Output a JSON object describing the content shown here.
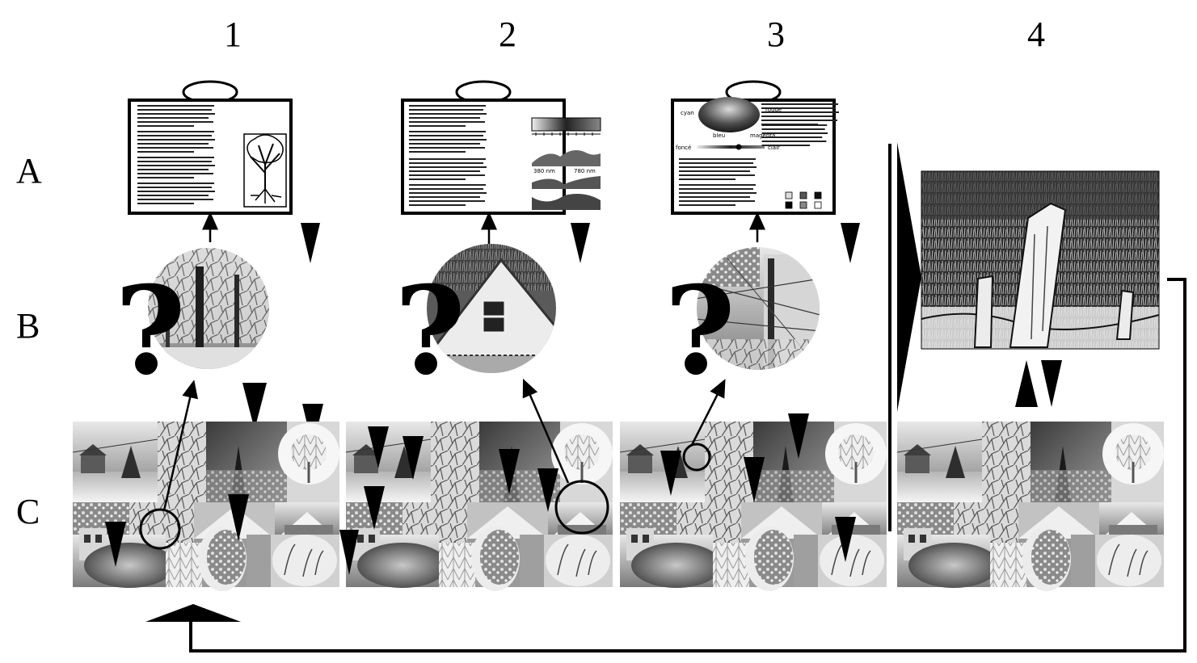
{
  "columns": [
    "1",
    "2",
    "3",
    "4"
  ],
  "rows": [
    "A",
    "B",
    "C"
  ],
  "question_mark": "?",
  "panel_3": {
    "wheel_labels": [
      "cyan",
      "rouge",
      "bleu",
      "magenta"
    ],
    "slider_labels": [
      "foncé",
      "clair"
    ]
  },
  "spectrum_labels": [
    "380 nm",
    "780 nm"
  ]
}
